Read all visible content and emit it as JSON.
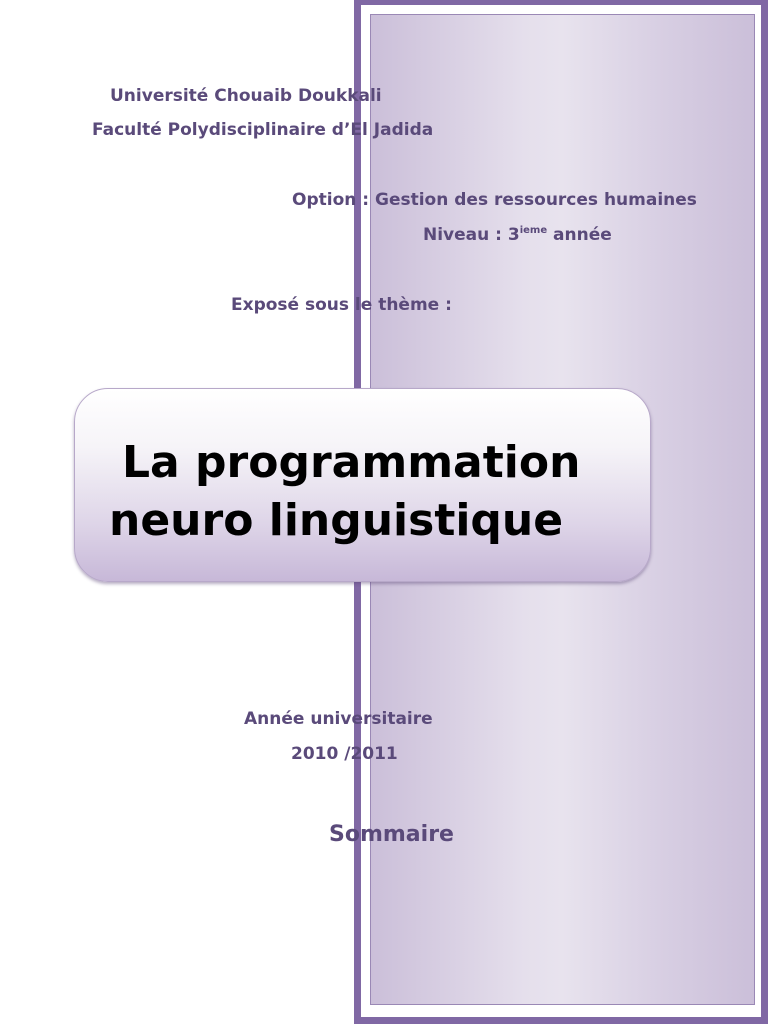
{
  "header": {
    "university": "Université Chouaib Doukkali",
    "faculty": "Faculté Polydisciplinaire d’El Jadida"
  },
  "details": {
    "option": "Option : Gestion des ressources humaines",
    "niveau_prefix": "Niveau : 3",
    "niveau_sup": "ieme",
    "niveau_suffix": " année",
    "expose": "Exposé sous le thème :"
  },
  "title": {
    "line1": "La programmation",
    "line2": "neuro linguistique"
  },
  "footer": {
    "annee_label": "Année universitaire",
    "years": "2010 /2011",
    "sommaire": "Sommaire"
  },
  "colors": {
    "accent": "#8068a4",
    "text": "#5a4a7a",
    "title": "#000000"
  }
}
